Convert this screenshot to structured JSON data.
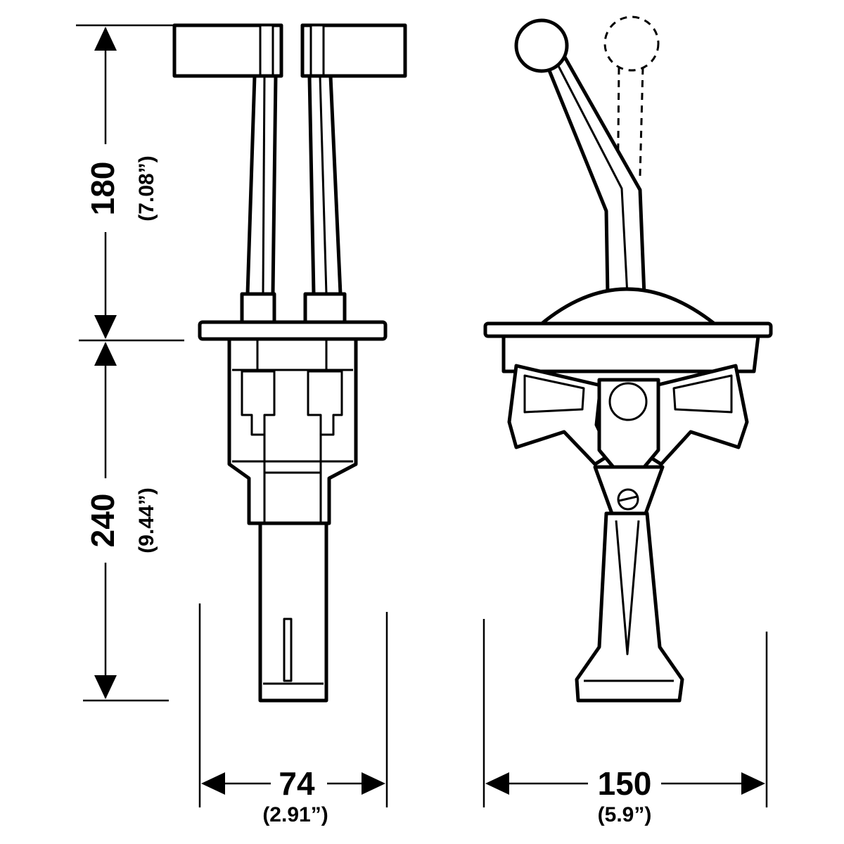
{
  "diagram": {
    "subject": "Dual-lever and single-lever control dimension drawing",
    "views": [
      {
        "name": "front-view-dual-lever",
        "description": "Twin T-handle levers on a flanged housing"
      },
      {
        "name": "side-view-single-lever",
        "description": "Ball-knob lever with alternate position shown dashed"
      }
    ]
  },
  "dimensions": {
    "upper_height": {
      "value": "180",
      "inches": "(7.08”)"
    },
    "lower_height": {
      "value": "240",
      "inches": "(9.44”)"
    },
    "front_width": {
      "value": "74",
      "inches": "(2.91”)"
    },
    "side_width": {
      "value": "150",
      "inches": "(5.9”)"
    }
  },
  "colors": {
    "stroke": "#000000",
    "background": "#ffffff"
  }
}
